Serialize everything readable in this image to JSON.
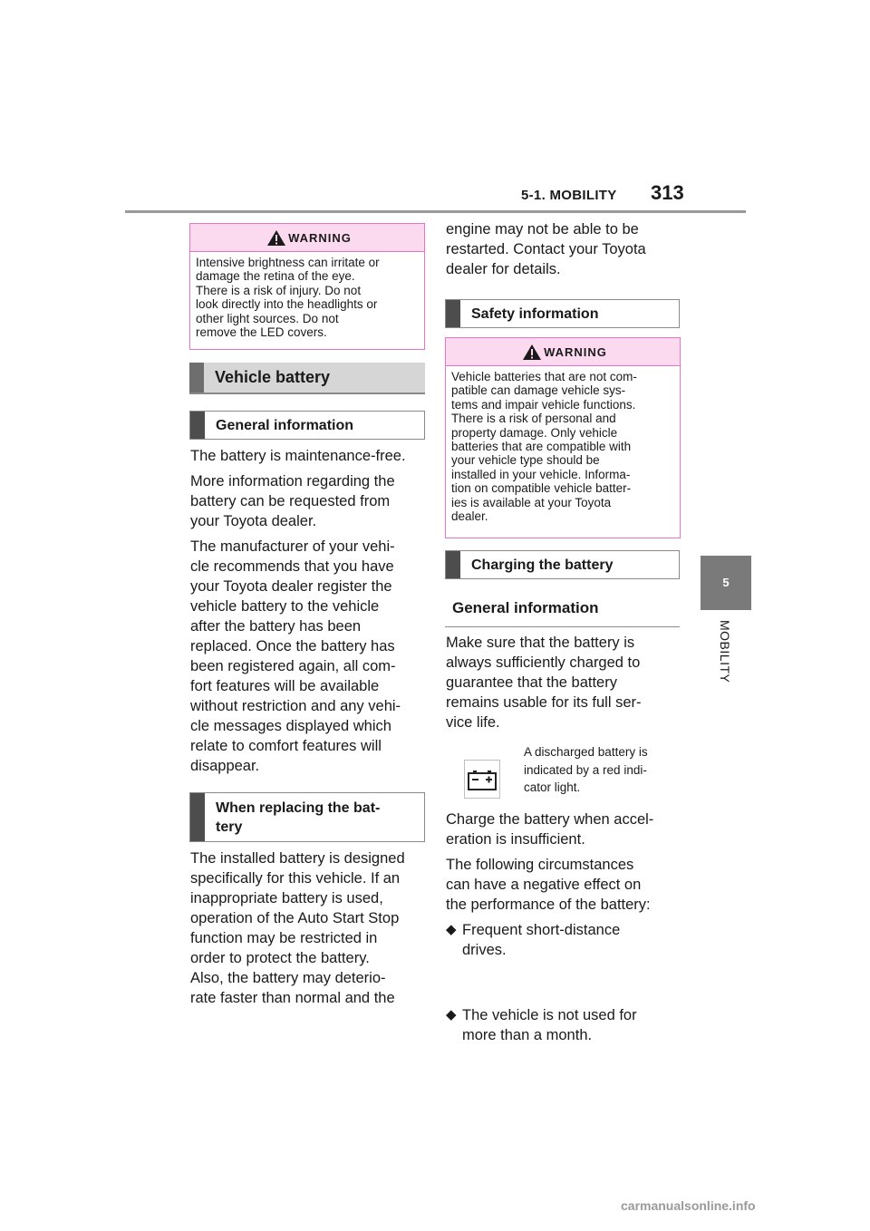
{
  "header": {
    "section_title": "5-1. MOBILITY",
    "page_number": "313"
  },
  "side_tab": {
    "chapter_number": "5",
    "chapter_label": "MOBILITY"
  },
  "left_column": {
    "warning_top": {
      "label": "WARNING",
      "lines": [
        "Intensive brightness can irritate or",
        "damage the retina of the eye.",
        "There is a risk of injury. Do not",
        "look directly into the headlights or",
        "other light sources. Do not",
        "remove the LED covers."
      ]
    },
    "vehicle_battery_heading": "Vehicle battery",
    "general_information_heading": "General information",
    "general_para_1": "The battery is maintenance-free.",
    "general_para_2_lines": [
      "More information regarding the",
      "battery can be requested from",
      "your Toyota dealer."
    ],
    "general_para_3_lines": [
      "The manufacturer of your vehi-",
      "cle recommends that you have",
      "your Toyota dealer register the",
      "vehicle battery to the vehicle",
      "after the battery has been",
      "replaced. Once the battery has",
      "been registered again, all com-",
      "fort features will be available",
      "without restriction and any vehi-",
      "cle messages displayed which",
      "relate to comfort features will",
      "disappear."
    ],
    "replacing_heading_lines": [
      "When replacing the bat-",
      "tery"
    ],
    "replacing_para_lines": [
      "The installed battery is designed",
      "specifically for this vehicle. If an",
      "inappropriate battery is used,",
      "operation of the Auto Start Stop",
      "function may be restricted in",
      "order to protect the battery.",
      "Also, the battery may deterio-",
      "rate faster than normal and the"
    ]
  },
  "right_column": {
    "continuation_lines": [
      "engine may not be able to be",
      "restarted. Contact your Toyota",
      "dealer for details."
    ],
    "safety_heading": "Safety information",
    "warning_safety": {
      "label": "WARNING",
      "lines": [
        "Vehicle batteries that are not com-",
        "patible can damage vehicle sys-",
        "tems and impair vehicle functions.",
        "There is a risk of personal and",
        "property damage. Only vehicle",
        "batteries that are compatible with",
        "your vehicle type should be",
        "installed in your vehicle. Informa-",
        "tion on compatible vehicle batter-",
        "ies is available at your Toyota",
        "dealer."
      ]
    },
    "charging_heading": "Charging the battery",
    "charging_subheading": "General information",
    "charging_para_lines": [
      "Make sure that the battery is",
      "always sufficiently charged to",
      "guarantee that the battery",
      "remains usable for its full ser-",
      "vice life."
    ],
    "indicator_icon": "battery-icon",
    "indicator_note_lines": [
      "A discharged battery is",
      "indicated by a red indi-",
      "cator light."
    ],
    "charge_para_lines": [
      "Charge the battery when accel-",
      "eration is insufficient."
    ],
    "circumstances_lines": [
      "The following circumstances",
      "can have a negative effect on",
      "the performance of the battery:"
    ],
    "bullets": [
      {
        "lines": [
          "Frequent short-distance",
          "drives."
        ]
      },
      {
        "lines": [
          "The vehicle is not used for",
          "more than a month."
        ]
      }
    ]
  },
  "watermark": "carmanualsonline.info",
  "colors": {
    "warning_border": "#e777c6",
    "warning_fill": "#fbd9ef",
    "tab_gray": "#7a7a7a",
    "heading_marker": "#4d4d4d"
  }
}
